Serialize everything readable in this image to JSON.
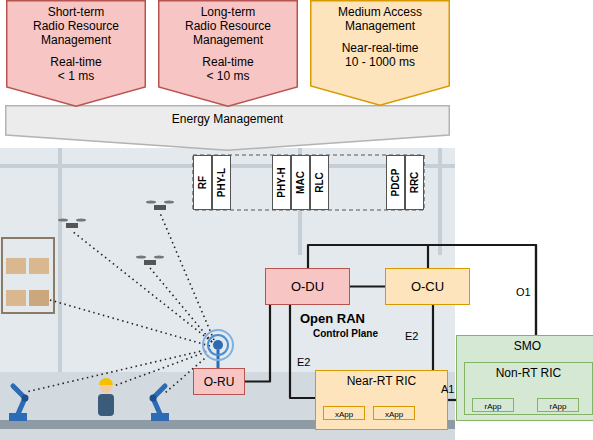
{
  "diagram": {
    "nodes": [
      {
        "text": [
          "Short-term Radio Resource Management",
          "Real-time < 1 ms"
        ]
      },
      {
        "text": [
          "Long-term Radio Resource Management",
          "Real-time < 10 ms"
        ]
      },
      {
        "text": [
          "Medium Access Management",
          "Near-real-time 10 - 1000 ms"
        ]
      },
      {
        "text": [
          "Energy Management"
        ]
      },
      {
        "text": [
          "RF"
        ]
      },
      {
        "text": [
          "PHY-L"
        ]
      },
      {
        "text": [
          "PHY-H"
        ]
      },
      {
        "text": [
          "MAC"
        ]
      },
      {
        "text": [
          "RLC"
        ]
      },
      {
        "text": [
          "PDCP"
        ]
      },
      {
        "text": [
          "RRC"
        ]
      },
      {
        "text": [
          "O-DU"
        ]
      },
      {
        "text": [
          "O-CU"
        ]
      },
      {
        "text": [
          "SMO"
        ]
      },
      {
        "text": [
          "Non-RT RIC"
        ],
        "in": 13
      },
      {
        "text": [
          "rApp"
        ],
        "in": 14
      },
      {
        "text": [
          "rApp"
        ],
        "in": 14
      },
      {
        "text": [
          "O-RU"
        ]
      },
      {
        "text": [
          "Near-RT RIC"
        ]
      },
      {
        "text": [
          "xApp"
        ],
        "in": 18
      },
      {
        "text": [
          "xApp"
        ],
        "in": 18
      }
    ],
    "edges": [
      {
        "from": 17,
        "to": 11,
        "arrow": "none"
      },
      {
        "from": 11,
        "to": 12,
        "arrow": "none"
      },
      {
        "from": 11,
        "to": 18,
        "label": "E2",
        "arrow": "none"
      },
      {
        "from": 12,
        "to": 18,
        "label": "E2",
        "arrow": "none"
      },
      {
        "from": 11,
        "to": 13,
        "arrow": "none"
      },
      {
        "from": 12,
        "to": 13,
        "label": "O1",
        "arrow": "none"
      },
      {
        "from": 18,
        "to": 13,
        "label": "A1",
        "arrow": "none"
      }
    ],
    "labels": [
      "Open RAN",
      "Control Plane"
    ]
  }
}
